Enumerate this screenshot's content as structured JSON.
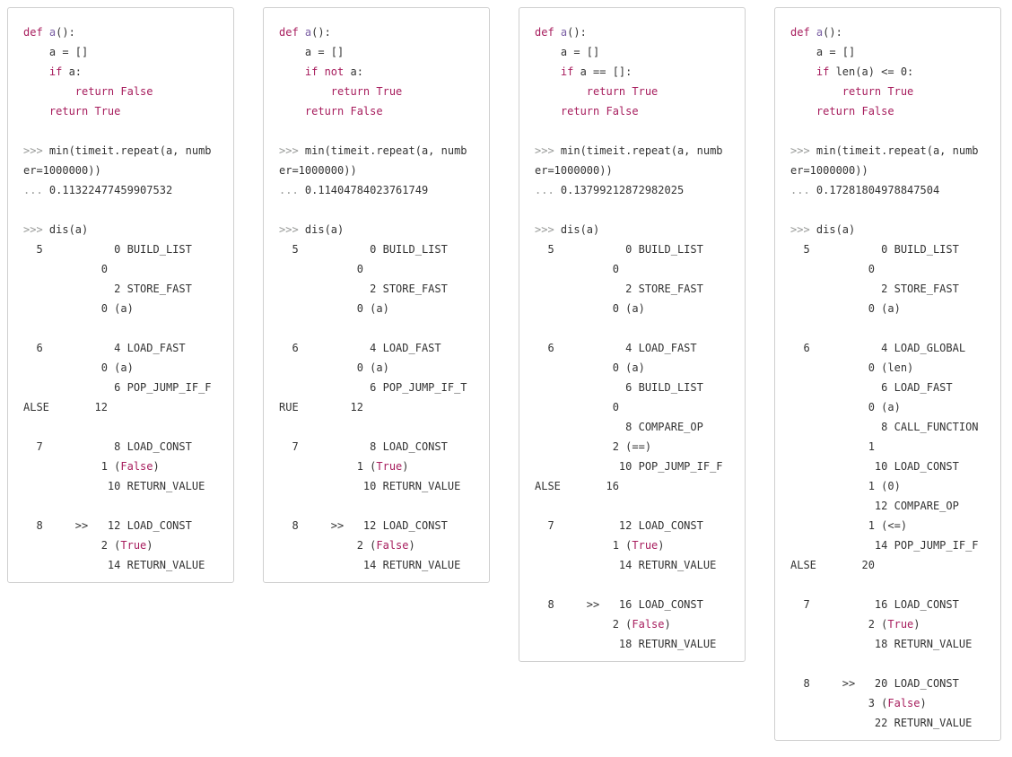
{
  "panels": [
    {
      "name": "variant-if-a",
      "lines": [
        [
          [
            "kw",
            "def"
          ],
          [
            "t",
            " "
          ],
          [
            "fn",
            "a"
          ],
          [
            "t",
            "():"
          ]
        ],
        [
          [
            "t",
            "    a = []"
          ]
        ],
        [
          [
            "t",
            "    "
          ],
          [
            "kw",
            "if"
          ],
          [
            "t",
            " a:"
          ]
        ],
        [
          [
            "t",
            "        "
          ],
          [
            "kw",
            "return False"
          ]
        ],
        [
          [
            "t",
            "    "
          ],
          [
            "kw",
            "return True"
          ]
        ],
        [],
        [
          [
            "pr",
            ">>>"
          ],
          [
            "t",
            " min(timeit.repeat(a, numb"
          ]
        ],
        [
          [
            "t",
            "er=1000000))"
          ]
        ],
        [
          [
            "pr",
            "..."
          ],
          [
            "t",
            " 0.11322477459907532"
          ]
        ],
        [],
        [
          [
            "pr",
            ">>>"
          ],
          [
            "t",
            " dis(a)"
          ]
        ],
        [
          [
            "t",
            "  5           0 BUILD_LIST"
          ]
        ],
        [
          [
            "t",
            "            0"
          ]
        ],
        [
          [
            "t",
            "              2 STORE_FAST"
          ]
        ],
        [
          [
            "t",
            "            0 (a)"
          ]
        ],
        [],
        [
          [
            "t",
            "  6           4 LOAD_FAST"
          ]
        ],
        [
          [
            "t",
            "            0 (a)"
          ]
        ],
        [
          [
            "t",
            "              6 POP_JUMP_IF_F"
          ]
        ],
        [
          [
            "t",
            "ALSE       12"
          ]
        ],
        [],
        [
          [
            "t",
            "  7           8 LOAD_CONST"
          ]
        ],
        [
          [
            "t",
            "            1 ("
          ],
          [
            "kw",
            "False"
          ],
          [
            "t",
            ")"
          ]
        ],
        [
          [
            "t",
            "             10 RETURN_VALUE"
          ]
        ],
        [],
        [
          [
            "t",
            "  8     >>   12 LOAD_CONST"
          ]
        ],
        [
          [
            "t",
            "            2 ("
          ],
          [
            "kw",
            "True"
          ],
          [
            "t",
            ")"
          ]
        ],
        [
          [
            "t",
            "             14 RETURN_VALUE"
          ]
        ]
      ]
    },
    {
      "name": "variant-if-not-a",
      "lines": [
        [
          [
            "kw",
            "def"
          ],
          [
            "t",
            " "
          ],
          [
            "fn",
            "a"
          ],
          [
            "t",
            "():"
          ]
        ],
        [
          [
            "t",
            "    a = []"
          ]
        ],
        [
          [
            "t",
            "    "
          ],
          [
            "kw",
            "if not"
          ],
          [
            "t",
            " a:"
          ]
        ],
        [
          [
            "t",
            "        "
          ],
          [
            "kw",
            "return True"
          ]
        ],
        [
          [
            "t",
            "    "
          ],
          [
            "kw",
            "return False"
          ]
        ],
        [],
        [
          [
            "pr",
            ">>>"
          ],
          [
            "t",
            " min(timeit.repeat(a, numb"
          ]
        ],
        [
          [
            "t",
            "er=1000000))"
          ]
        ],
        [
          [
            "pr",
            "..."
          ],
          [
            "t",
            " 0.11404784023761749"
          ]
        ],
        [],
        [
          [
            "pr",
            ">>>"
          ],
          [
            "t",
            " dis(a)"
          ]
        ],
        [
          [
            "t",
            "  5           0 BUILD_LIST"
          ]
        ],
        [
          [
            "t",
            "            0"
          ]
        ],
        [
          [
            "t",
            "              2 STORE_FAST"
          ]
        ],
        [
          [
            "t",
            "            0 (a)"
          ]
        ],
        [],
        [
          [
            "t",
            "  6           4 LOAD_FAST"
          ]
        ],
        [
          [
            "t",
            "            0 (a)"
          ]
        ],
        [
          [
            "t",
            "              6 POP_JUMP_IF_T"
          ]
        ],
        [
          [
            "t",
            "RUE        12"
          ]
        ],
        [],
        [
          [
            "t",
            "  7           8 LOAD_CONST"
          ]
        ],
        [
          [
            "t",
            "            1 ("
          ],
          [
            "kw",
            "True"
          ],
          [
            "t",
            ")"
          ]
        ],
        [
          [
            "t",
            "             10 RETURN_VALUE"
          ]
        ],
        [],
        [
          [
            "t",
            "  8     >>   12 LOAD_CONST"
          ]
        ],
        [
          [
            "t",
            "            2 ("
          ],
          [
            "kw",
            "False"
          ],
          [
            "t",
            ")"
          ]
        ],
        [
          [
            "t",
            "             14 RETURN_VALUE"
          ]
        ]
      ]
    },
    {
      "name": "variant-eq-empty-list",
      "lines": [
        [
          [
            "kw",
            "def"
          ],
          [
            "t",
            " "
          ],
          [
            "fn",
            "a"
          ],
          [
            "t",
            "():"
          ]
        ],
        [
          [
            "t",
            "    a = []"
          ]
        ],
        [
          [
            "t",
            "    "
          ],
          [
            "kw",
            "if"
          ],
          [
            "t",
            " a == []:"
          ]
        ],
        [
          [
            "t",
            "        "
          ],
          [
            "kw",
            "return True"
          ]
        ],
        [
          [
            "t",
            "    "
          ],
          [
            "kw",
            "return False"
          ]
        ],
        [],
        [
          [
            "pr",
            ">>>"
          ],
          [
            "t",
            " min(timeit.repeat(a, numb"
          ]
        ],
        [
          [
            "t",
            "er=1000000))"
          ]
        ],
        [
          [
            "pr",
            "..."
          ],
          [
            "t",
            " 0.13799212872982025"
          ]
        ],
        [],
        [
          [
            "pr",
            ">>>"
          ],
          [
            "t",
            " dis(a)"
          ]
        ],
        [
          [
            "t",
            "  5           0 BUILD_LIST"
          ]
        ],
        [
          [
            "t",
            "            0"
          ]
        ],
        [
          [
            "t",
            "              2 STORE_FAST"
          ]
        ],
        [
          [
            "t",
            "            0 (a)"
          ]
        ],
        [],
        [
          [
            "t",
            "  6           4 LOAD_FAST"
          ]
        ],
        [
          [
            "t",
            "            0 (a)"
          ]
        ],
        [
          [
            "t",
            "              6 BUILD_LIST"
          ]
        ],
        [
          [
            "t",
            "            0"
          ]
        ],
        [
          [
            "t",
            "              8 COMPARE_OP"
          ]
        ],
        [
          [
            "t",
            "            2 (==)"
          ]
        ],
        [
          [
            "t",
            "             10 POP_JUMP_IF_F"
          ]
        ],
        [
          [
            "t",
            "ALSE       16"
          ]
        ],
        [],
        [
          [
            "t",
            "  7          12 LOAD_CONST"
          ]
        ],
        [
          [
            "t",
            "            1 ("
          ],
          [
            "kw",
            "True"
          ],
          [
            "t",
            ")"
          ]
        ],
        [
          [
            "t",
            "             14 RETURN_VALUE"
          ]
        ],
        [],
        [
          [
            "t",
            "  8     >>   16 LOAD_CONST"
          ]
        ],
        [
          [
            "t",
            "            2 ("
          ],
          [
            "kw",
            "False"
          ],
          [
            "t",
            ")"
          ]
        ],
        [
          [
            "t",
            "             18 RETURN_VALUE"
          ]
        ]
      ]
    },
    {
      "name": "variant-len-le-zero",
      "lines": [
        [
          [
            "kw",
            "def"
          ],
          [
            "t",
            " "
          ],
          [
            "fn",
            "a"
          ],
          [
            "t",
            "():"
          ]
        ],
        [
          [
            "t",
            "    a = []"
          ]
        ],
        [
          [
            "t",
            "    "
          ],
          [
            "kw",
            "if"
          ],
          [
            "t",
            " len(a) <= 0:"
          ]
        ],
        [
          [
            "t",
            "        "
          ],
          [
            "kw",
            "return True"
          ]
        ],
        [
          [
            "t",
            "    "
          ],
          [
            "kw",
            "return False"
          ]
        ],
        [],
        [
          [
            "pr",
            ">>>"
          ],
          [
            "t",
            " min(timeit.repeat(a, numb"
          ]
        ],
        [
          [
            "t",
            "er=1000000))"
          ]
        ],
        [
          [
            "pr",
            "..."
          ],
          [
            "t",
            " 0.17281804978847504"
          ]
        ],
        [],
        [
          [
            "pr",
            ">>>"
          ],
          [
            "t",
            " dis(a)"
          ]
        ],
        [
          [
            "t",
            "  5           0 BUILD_LIST"
          ]
        ],
        [
          [
            "t",
            "            0"
          ]
        ],
        [
          [
            "t",
            "              2 STORE_FAST"
          ]
        ],
        [
          [
            "t",
            "            0 (a)"
          ]
        ],
        [],
        [
          [
            "t",
            "  6           4 LOAD_GLOBAL"
          ]
        ],
        [
          [
            "t",
            "            0 (len)"
          ]
        ],
        [
          [
            "t",
            "              6 LOAD_FAST"
          ]
        ],
        [
          [
            "t",
            "            0 (a)"
          ]
        ],
        [
          [
            "t",
            "              8 CALL_FUNCTION"
          ]
        ],
        [
          [
            "t",
            "            1"
          ]
        ],
        [
          [
            "t",
            "             10 LOAD_CONST"
          ]
        ],
        [
          [
            "t",
            "            1 (0)"
          ]
        ],
        [
          [
            "t",
            "             12 COMPARE_OP"
          ]
        ],
        [
          [
            "t",
            "            1 (<=)"
          ]
        ],
        [
          [
            "t",
            "             14 POP_JUMP_IF_F"
          ]
        ],
        [
          [
            "t",
            "ALSE       20"
          ]
        ],
        [],
        [
          [
            "t",
            "  7          16 LOAD_CONST"
          ]
        ],
        [
          [
            "t",
            "            2 ("
          ],
          [
            "kw",
            "True"
          ],
          [
            "t",
            ")"
          ]
        ],
        [
          [
            "t",
            "             18 RETURN_VALUE"
          ]
        ],
        [],
        [
          [
            "t",
            "  8     >>   20 LOAD_CONST"
          ]
        ],
        [
          [
            "t",
            "            3 ("
          ],
          [
            "kw",
            "False"
          ],
          [
            "t",
            ")"
          ]
        ],
        [
          [
            "t",
            "             22 RETURN_VALUE"
          ]
        ]
      ]
    }
  ]
}
